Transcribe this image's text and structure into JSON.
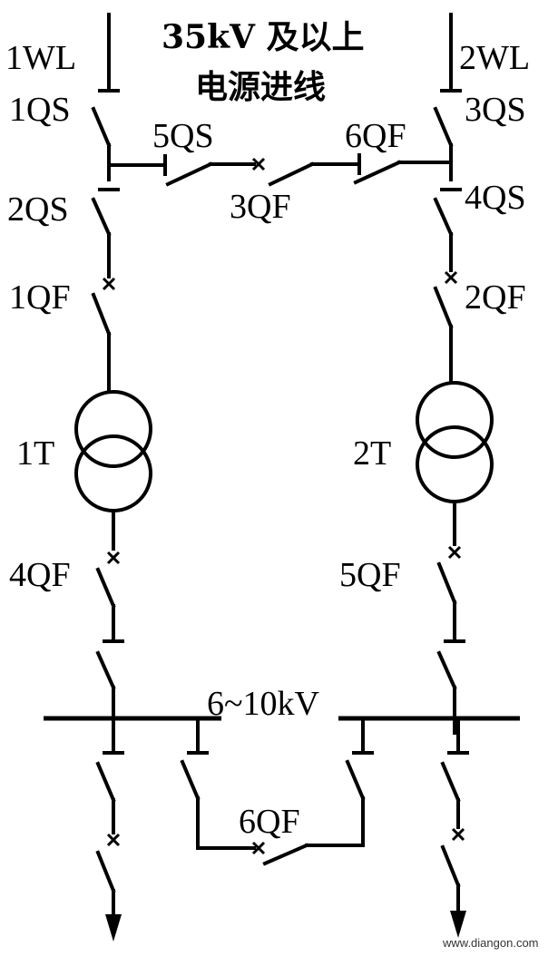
{
  "title": {
    "line1": "35kV 及以上",
    "line2": "电源进线"
  },
  "lines": {
    "left": "1WL",
    "right": "2WL"
  },
  "disconnectors": {
    "q1": "1QS",
    "q2": "2QS",
    "q3": "3QS",
    "q4": "4QS",
    "q5": "5QS"
  },
  "breakers": {
    "b1": "1QF",
    "b2": "2QF",
    "b3": "3QF",
    "b4": "4QF",
    "b5": "5QF",
    "b6_top": "6QF",
    "b6_bottom": "6QF"
  },
  "transformers": {
    "t1": "1T",
    "t2": "2T"
  },
  "bus": {
    "voltage": "6~10kV"
  },
  "watermark": "www.diangon.com"
}
